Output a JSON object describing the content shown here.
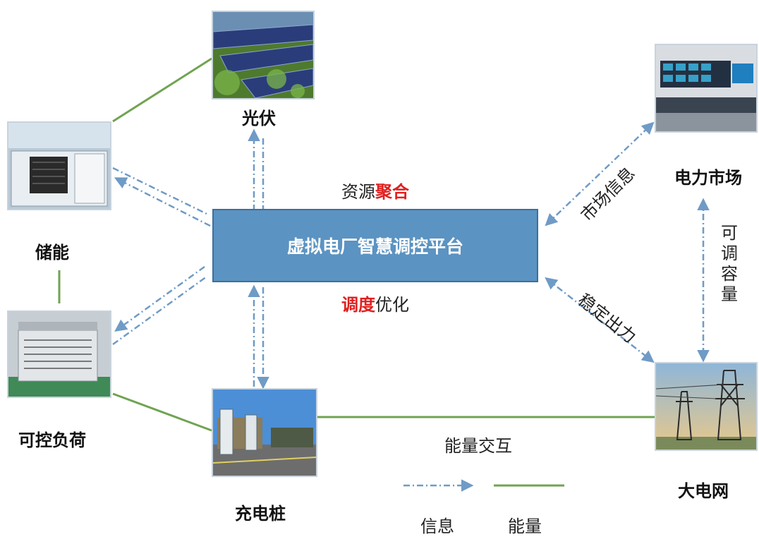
{
  "platform": {
    "title": "虚拟电厂智慧调控平台"
  },
  "nodes": {
    "pv": "光伏",
    "storage": "储能",
    "load": "可控负荷",
    "charging": "充电桩",
    "market": "电力市场",
    "grid": "大电网"
  },
  "annotations": {
    "aggregation_prefix": "资源",
    "aggregation_highlight": "聚合",
    "dispatch_highlight": "调度",
    "dispatch_suffix": "优化",
    "market_info": "市场信息",
    "stable_output": "稳定出力",
    "adjustable_capacity": "可调容量",
    "energy_exchange": "能量交互"
  },
  "legend": {
    "info_label": "信息",
    "energy_label": "能量"
  },
  "colors": {
    "platform": "#5b93c2",
    "info_arrow": "#6f9bc6",
    "energy_line": "#70a352",
    "highlight": "#e02020"
  }
}
